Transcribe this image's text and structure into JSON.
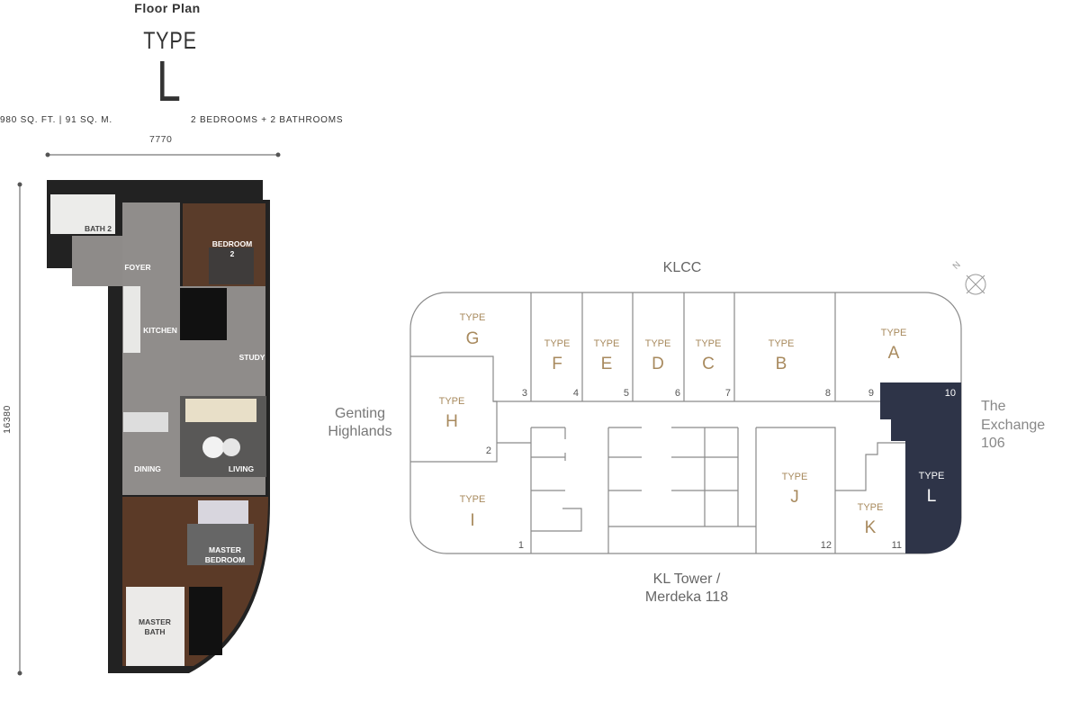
{
  "header": {
    "title": "Floor Plan",
    "type_word": "TYPE",
    "type_letter": "L",
    "area": "980 SQ. FT. | 91 SQ. M.",
    "rooms_summary": "2 BEDROOMS + 2 BATHROOMS"
  },
  "dimensions": {
    "width": "7770",
    "height": "16380"
  },
  "floor_plan": {
    "rooms": [
      "BATH 2",
      "FOYER",
      "BEDROOM",
      "2",
      "KITCHEN",
      "STUDY",
      "DINING",
      "LIVING",
      "MASTER",
      "BEDROOM",
      "MASTER",
      "BATH"
    ]
  },
  "key_plan": {
    "directions": {
      "top": "KLCC",
      "left_1": "Genting",
      "left_2": "Highlands",
      "right_1": "The",
      "right_2": "Exchange",
      "right_3": "106",
      "bottom_1": "KL Tower /",
      "bottom_2": "Merdeka 118"
    },
    "compass_label": "N",
    "type_prefix": "TYPE",
    "units": [
      "G",
      "F",
      "E",
      "D",
      "C",
      "B",
      "A",
      "H",
      "I",
      "J",
      "K",
      "L"
    ],
    "numbers": [
      "1",
      "2",
      "3",
      "4",
      "5",
      "6",
      "7",
      "8",
      "9",
      "10",
      "11",
      "12"
    ],
    "highlighted_unit": "L",
    "colors": {
      "highlight": "#2e3448",
      "label": "#a88a5e",
      "line": "#8a8a8a"
    }
  }
}
